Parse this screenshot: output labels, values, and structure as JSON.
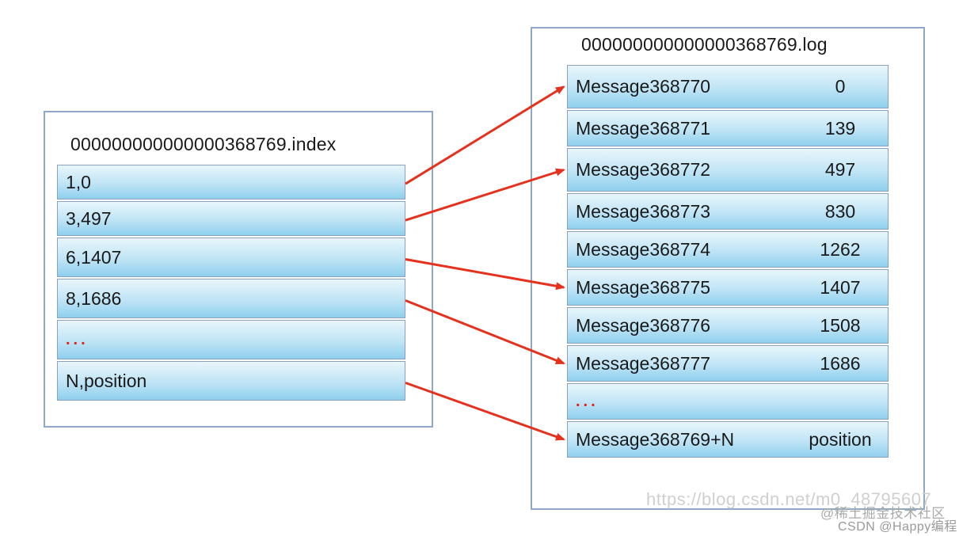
{
  "index_file": {
    "title": "000000000000000368769.index",
    "rows": [
      "1,0",
      "3,497",
      "6,1407",
      "8,1686",
      "...",
      "N,position"
    ]
  },
  "log_file": {
    "title": "000000000000000368769.log",
    "rows": [
      {
        "message": "Message368770",
        "position": "0"
      },
      {
        "message": "Message368771",
        "position": "139"
      },
      {
        "message": "Message368772",
        "position": "497"
      },
      {
        "message": "Message368773",
        "position": "830"
      },
      {
        "message": "Message368774",
        "position": "1262"
      },
      {
        "message": "Message368775",
        "position": "1407"
      },
      {
        "message": "Message368776",
        "position": "1508"
      },
      {
        "message": "Message368777",
        "position": "1686"
      },
      {
        "message": "...",
        "position": ""
      },
      {
        "message": "Message368769+N",
        "position": "position"
      }
    ]
  },
  "links": [
    {
      "from": 0,
      "to": 0
    },
    {
      "from": 1,
      "to": 2
    },
    {
      "from": 2,
      "to": 5
    },
    {
      "from": 3,
      "to": 7
    },
    {
      "from": 5,
      "to": 9
    }
  ],
  "colors": {
    "arrow": "#e5321f",
    "ellipsis": "#e02318",
    "cell_top": "#e9f6fc",
    "cell_bottom": "#8fd0ee",
    "panel_border": "#8fa8c6"
  },
  "watermark": {
    "url": "https://blog.csdn.net/m0_48795607",
    "community": "@稀土掘金技术社区",
    "csdn": "CSDN @Happy编程"
  }
}
